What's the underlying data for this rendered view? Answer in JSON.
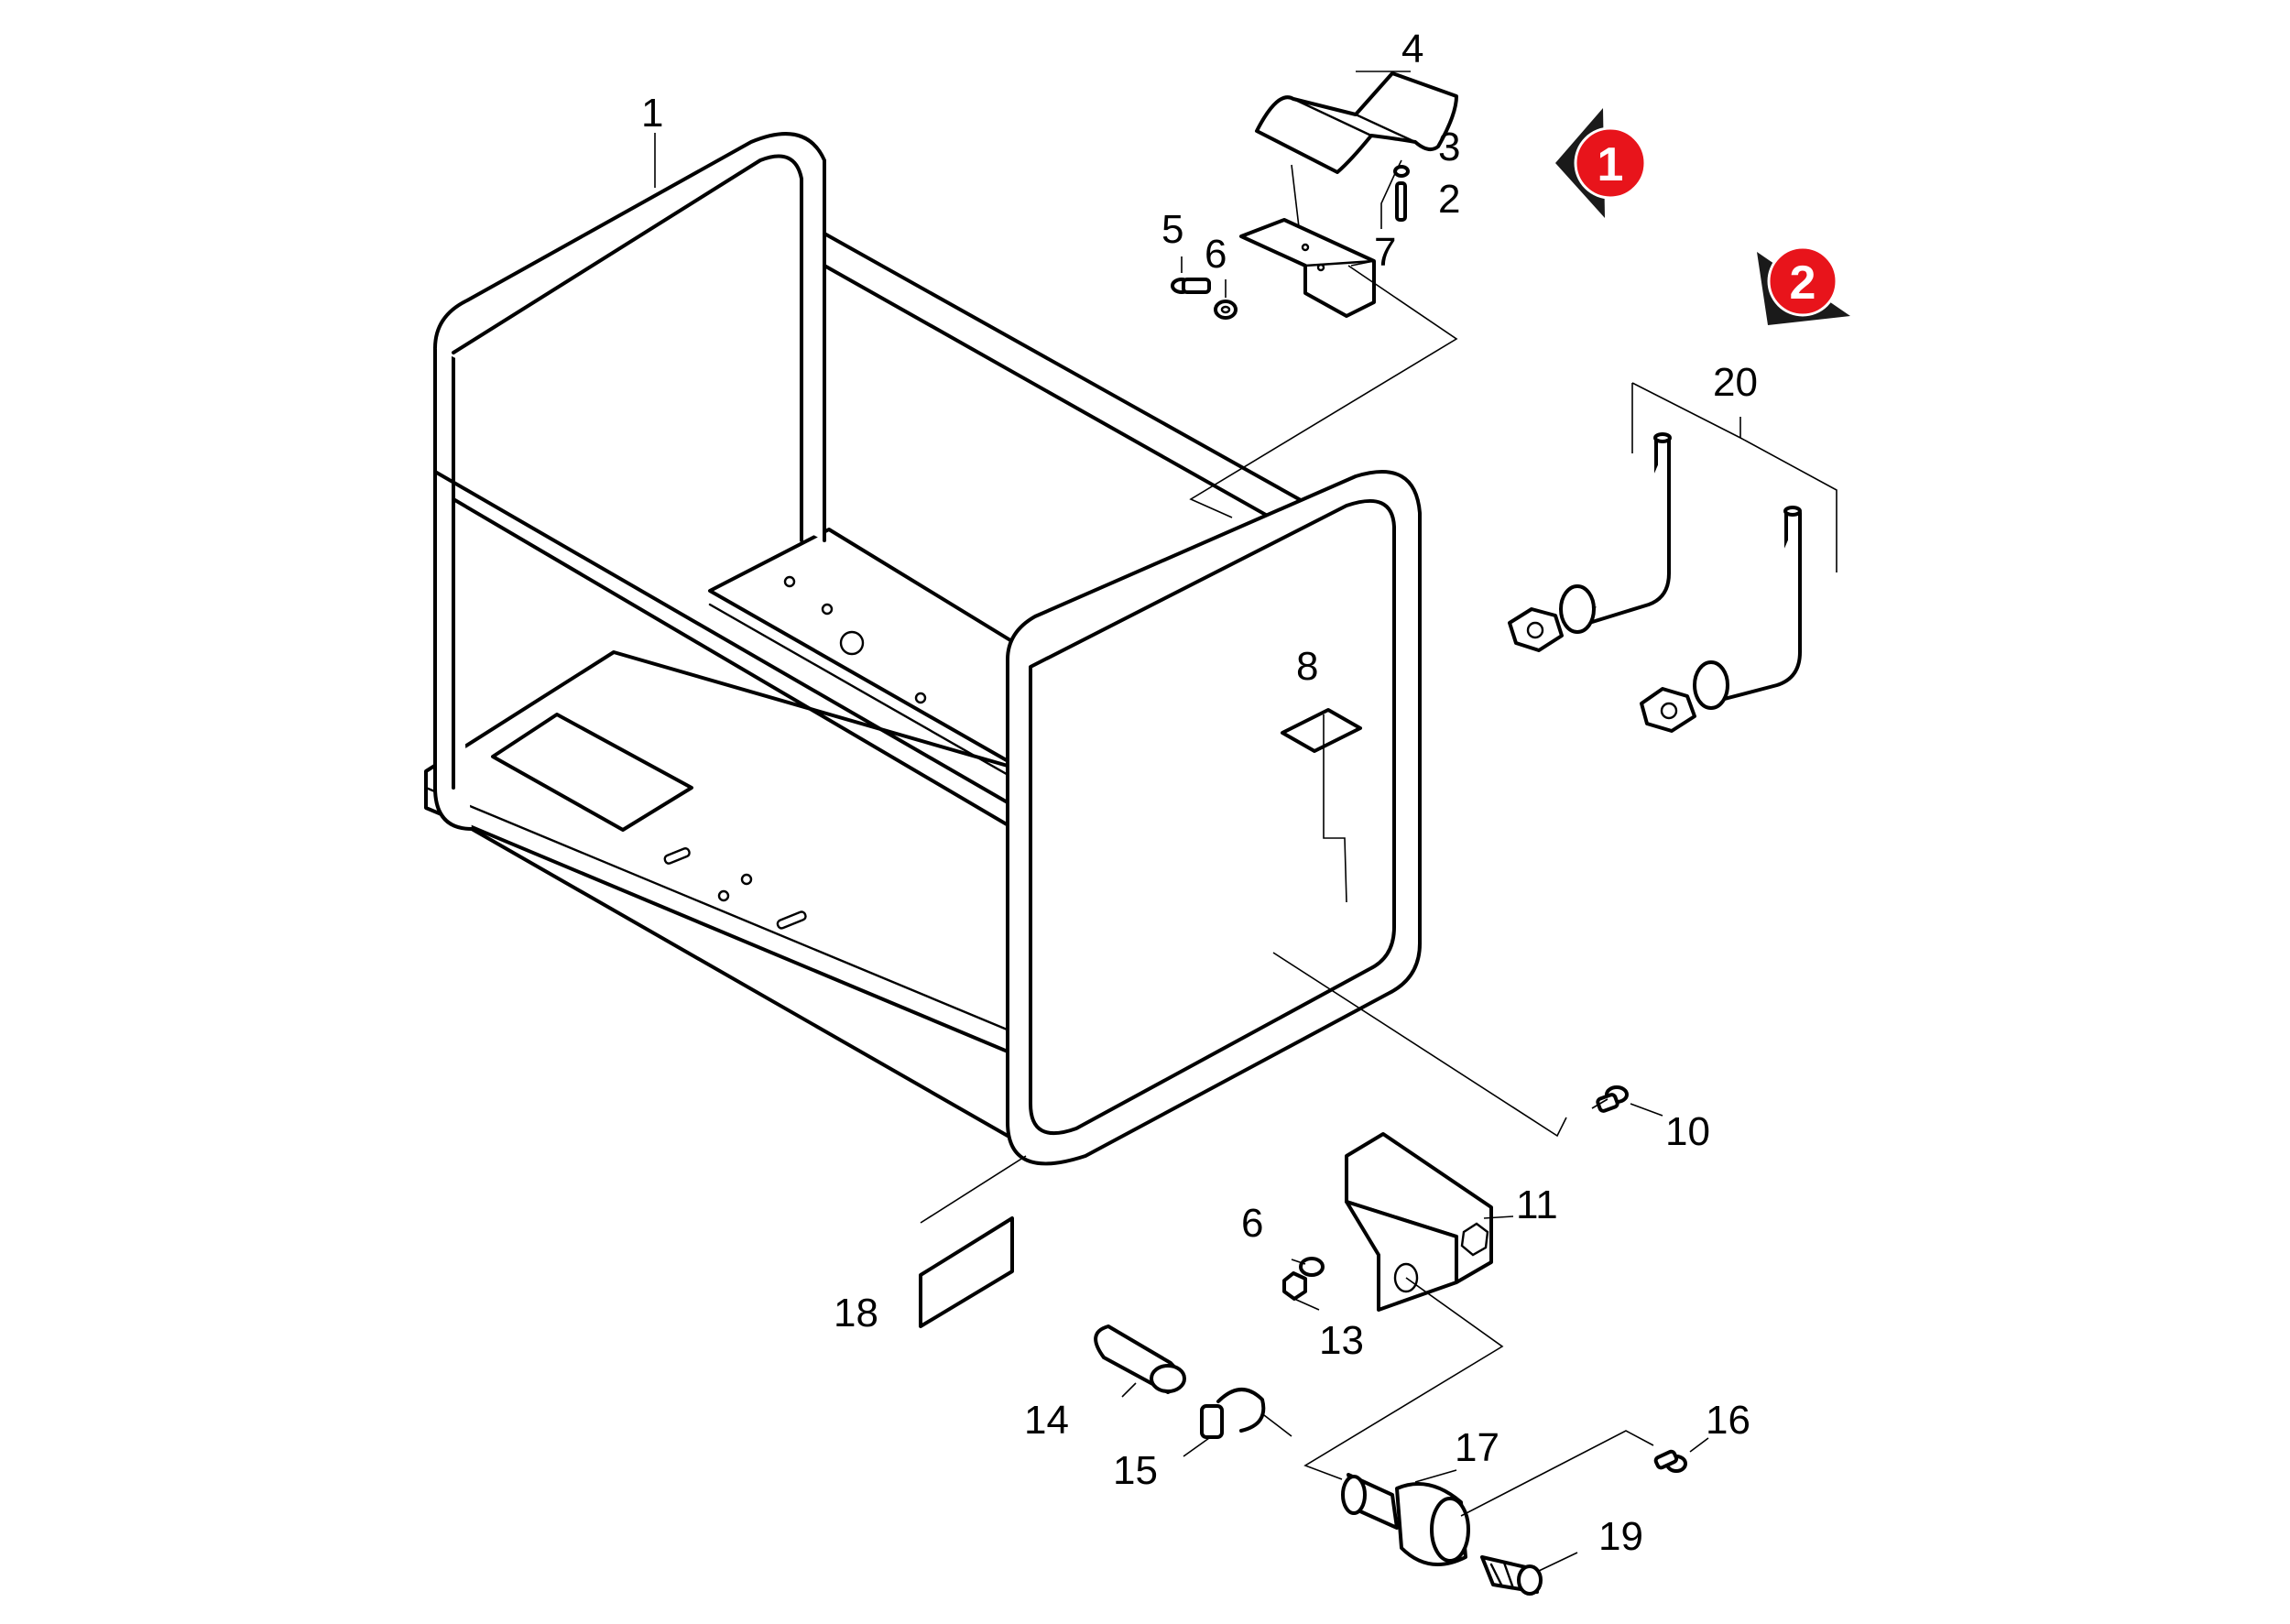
{
  "labels": {
    "l1": "1",
    "l2": "2",
    "l3": "3",
    "l4": "4",
    "l5": "5",
    "l6a": "6",
    "l7": "7",
    "l8": "8",
    "l10": "10",
    "l11": "11",
    "l6b": "6",
    "l13": "13",
    "l14": "14",
    "l15": "15",
    "l16": "16",
    "l17": "17",
    "l18": "18",
    "l19": "19",
    "l20": "20"
  },
  "markers": {
    "m1": "1",
    "m2": "2"
  },
  "colors": {
    "marker_fill": "#e8141b",
    "marker_arrow": "#1a1a1a",
    "line": "#000000"
  }
}
